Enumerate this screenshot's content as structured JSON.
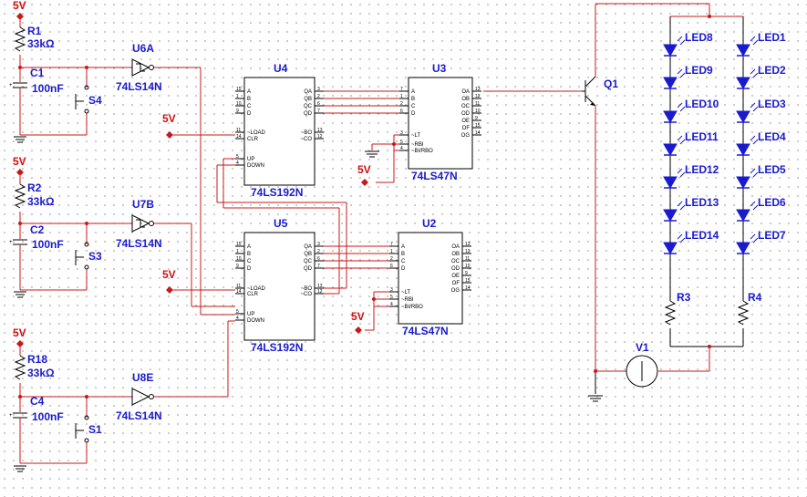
{
  "power_labels": [
    "5V",
    "5V",
    "5V",
    "5V",
    "5V",
    "5V",
    "5V"
  ],
  "resistors": [
    {
      "ref": "R1",
      "value": "33kΩ"
    },
    {
      "ref": "R2",
      "value": "33kΩ"
    },
    {
      "ref": "R18",
      "value": "33kΩ"
    },
    {
      "ref": "R3"
    },
    {
      "ref": "R4"
    }
  ],
  "capacitors": [
    {
      "ref": "C1",
      "value": "100nF"
    },
    {
      "ref": "C2",
      "value": "100nF"
    },
    {
      "ref": "C4",
      "value": "100nF"
    }
  ],
  "switches": [
    "S4",
    "S3",
    "S1"
  ],
  "inverters": [
    {
      "ref": "U6A",
      "part": "74LS14N"
    },
    {
      "ref": "U7B",
      "part": "74LS14N"
    },
    {
      "ref": "U8E",
      "part": "74LS14N"
    }
  ],
  "counters": [
    {
      "ref": "U4",
      "part": "74LS192N",
      "left_pins": [
        "A",
        "B",
        "C",
        "D",
        "~LOAD",
        "CLR",
        "UP",
        "DOWN"
      ],
      "left_nums": [
        "15",
        "1",
        "10",
        "9",
        "11",
        "14",
        "5",
        "4"
      ],
      "right_pins": [
        "QA",
        "QB",
        "QC",
        "QD",
        "~BO",
        "~CO"
      ],
      "right_nums": [
        "3",
        "2",
        "6",
        "7",
        "13",
        "12"
      ]
    },
    {
      "ref": "U5",
      "part": "74LS192N",
      "left_pins": [
        "A",
        "B",
        "C",
        "D",
        "~LOAD",
        "CLR",
        "UP",
        "DOWN"
      ],
      "left_nums": [
        "15",
        "1",
        "10",
        "9",
        "11",
        "14",
        "5",
        "4"
      ],
      "right_pins": [
        "QA",
        "QB",
        "QC",
        "QD",
        "~BO",
        "~CO"
      ],
      "right_nums": [
        "3",
        "2",
        "6",
        "7",
        "13",
        "12"
      ]
    }
  ],
  "decoders": [
    {
      "ref": "U3",
      "part": "74LS47N",
      "left_pins": [
        "A",
        "B",
        "C",
        "D",
        "~LT",
        "~RBI",
        "~BI/RBO"
      ],
      "left_nums": [
        "7",
        "1",
        "2",
        "6",
        "3",
        "5",
        "4"
      ],
      "right_pins": [
        "OA",
        "OB",
        "OC",
        "OD",
        "OE",
        "OF",
        "OG"
      ],
      "right_nums": [
        "13",
        "12",
        "11",
        "10",
        "9",
        "15",
        "14"
      ]
    },
    {
      "ref": "U2",
      "part": "74LS47N",
      "left_pins": [
        "A",
        "B",
        "C",
        "D",
        "~LT",
        "~RBI",
        "~BI/RBO"
      ],
      "left_nums": [
        "7",
        "1",
        "2",
        "6",
        "3",
        "5",
        "4"
      ],
      "right_pins": [
        "OA",
        "OB",
        "OC",
        "OD",
        "OE",
        "OF",
        "OG"
      ],
      "right_nums": [
        "13",
        "12",
        "11",
        "10",
        "9",
        "15",
        "14"
      ]
    }
  ],
  "transistor": "Q1",
  "source": "V1",
  "leds_left": [
    "LED8",
    "LED9",
    "LED10",
    "LED11",
    "LED12",
    "LED13",
    "LED14"
  ],
  "leds_right": [
    "LED1",
    "LED2",
    "LED3",
    "LED4",
    "LED5",
    "LED6",
    "LED7"
  ],
  "colors": {
    "wire": "#c8181a",
    "label": "#1a1ad0",
    "power": "#d01010",
    "component": "#000000"
  }
}
